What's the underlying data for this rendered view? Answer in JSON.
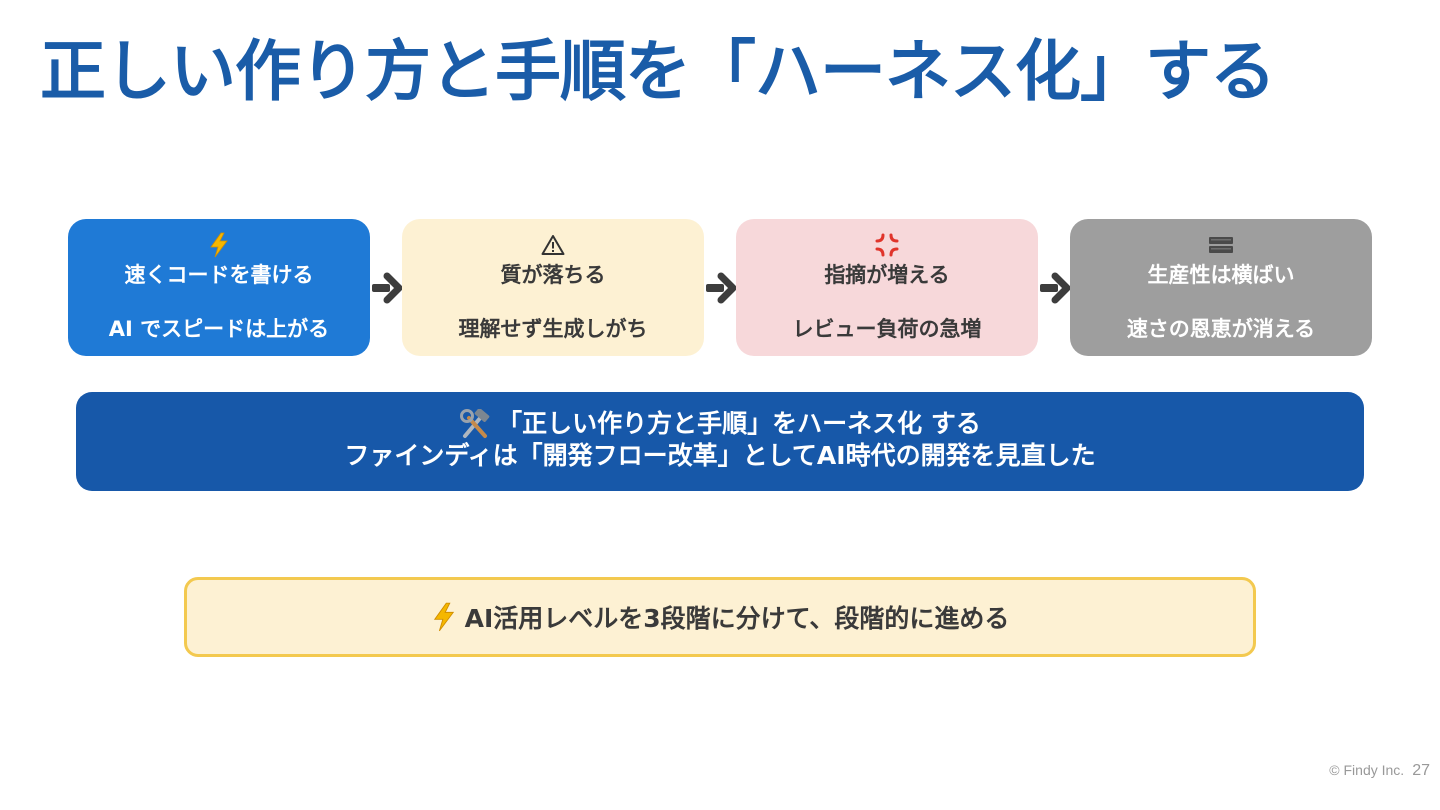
{
  "slide": {
    "title": "正しい作り方と手順を「ハーネス化」する"
  },
  "flow": {
    "steps": [
      {
        "icon": "lightning-icon",
        "head": "速くコードを書ける",
        "sub": "AI でスピードは上がる",
        "bg": "#1f7ad6",
        "text_color": "#ffffff"
      },
      {
        "icon": "warning-icon",
        "head": "質が落ちる",
        "sub": "理解せず生成しがち",
        "bg": "#fdf1d3",
        "text_color": "#3a3a3a"
      },
      {
        "icon": "anger-icon",
        "head": "指摘が増える",
        "sub": "レビュー負荷の急増",
        "bg": "#f7d8da",
        "text_color": "#3a3a3a"
      },
      {
        "icon": "flat-bars-icon",
        "head": "生産性は横ばい",
        "sub": "速さの恩恵が消える",
        "bg": "#9e9e9e",
        "text_color": "#ffffff"
      }
    ],
    "arrow_icon": "arrow-right-icon"
  },
  "banner": {
    "icon": "hammer-wrench-icon",
    "line1": "「正しい作り方と手順」をハーネス化 する",
    "line2": "ファインディは「開発フロー改革」としてAI時代の開発を見直した",
    "bg": "#1758a9"
  },
  "callout": {
    "icon": "lightning-icon",
    "text": "AI活用レベルを3段階に分けて、段階的に進める",
    "bg": "#fdf1d3",
    "border": "#f3c94f"
  },
  "footer": {
    "copyright": "© Findy Inc.",
    "page_number": "27"
  }
}
